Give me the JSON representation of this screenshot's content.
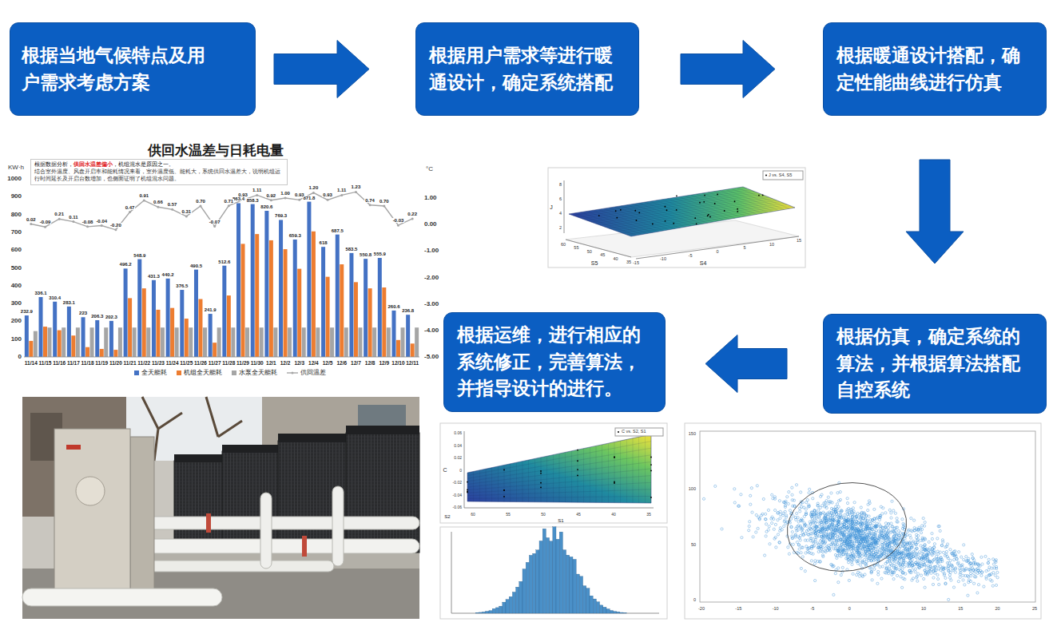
{
  "diagram": {
    "nodes": [
      {
        "text": [
          "根据当地气候特点及用户需求考虑方案"
        ]
      },
      {
        "text": [
          "根据用户需求等进行暖通设计，确定系统搭配"
        ]
      },
      {
        "text": [
          "根据暖通设计搭配，确定性能曲线进行仿真"
        ]
      },
      {
        "text": [
          "根据仿真，确定系统的算法，并根据算法搭配自控系统"
        ]
      },
      {
        "text": [
          "根据运维，进行相应的系统修正，完善算法，并指导设计的进行。"
        ]
      }
    ],
    "edges": [
      {
        "from": 0,
        "to": 1,
        "arrow": "to"
      },
      {
        "from": 1,
        "to": 2,
        "arrow": "to"
      },
      {
        "from": 2,
        "to": 3,
        "arrow": "to"
      },
      {
        "from": 3,
        "to": 4,
        "arrow": "to"
      }
    ],
    "labels": [
      "供回水温差与日耗电量",
      "KW·h",
      "°C",
      "根据数据分析，",
      "供回水温差偏小",
      "，机组混水是原因之一。",
      "结合室外温度、风盘开启率和能耗情况来看，室外温度低、能耗大，系统供回水温差大，说明机组运行时间延长及开启台数增加，也侧面证明了机组混水问题。",
      "1000",
      "900",
      "800",
      "700",
      "600",
      "500",
      "400",
      "300",
      "200",
      "100",
      "0",
      "1.00",
      "0.00",
      "-1.00",
      "-2.00",
      "-3.00",
      "-4.00",
      "-5.00",
      "11/14",
      "11/15",
      "11/16",
      "11/17",
      "11/18",
      "11/19",
      "11/20",
      "11/21",
      "11/22",
      "11/23",
      "11/24",
      "11/25",
      "11/26",
      "11/27",
      "11/28",
      "11/29",
      "11/30",
      "12/1",
      "12/2",
      "12/3",
      "12/4",
      "12/5",
      "12/6",
      "12/7",
      "12/8",
      "12/9",
      "12/10",
      "12/11",
      "232.9",
      "336.1",
      "310.4",
      "283.1",
      "223",
      "206.3",
      "202.3",
      "496.2",
      "548.9",
      "431.3",
      "440.2",
      "376.5",
      "490.5",
      "241.9",
      "512.6",
      "863.4",
      "858.3",
      "820.6",
      "769.3",
      "659.3",
      "871.8",
      "618",
      "687.5",
      "583.5",
      "550.8",
      "555.9",
      "260.6",
      "236.8",
      "0.02",
      "-0.09",
      "0.21",
      "0.11",
      "-0.08",
      "-0.04",
      "-0.20",
      "0.47",
      "0.91",
      "0.66",
      "0.57",
      "0.31",
      "0.70",
      "-0.07",
      "0.71",
      "0.93",
      "1.11",
      "0.92",
      "1.00",
      "0.93",
      "1.20",
      "0.93",
      "1.11",
      "1.23",
      "0.74",
      "0.70",
      "-0.03",
      "0.22",
      "J vs. S4, S5",
      "8",
      "6",
      "4",
      "2",
      "J",
      "60",
      "55",
      "50",
      "45",
      "40",
      "35",
      "S5",
      "-15",
      "-10",
      "-5",
      "0",
      "5",
      "10",
      "15",
      "S4",
      "C vs. S2, S1",
      "0.06",
      "0.04",
      "0.02",
      "0",
      "-0.02",
      "-0.04",
      "-0.06",
      "C",
      "S2",
      "60",
      "55",
      "50",
      "45",
      "40",
      "35",
      "S1",
      "150",
      "100",
      "50",
      "0",
      "-20",
      "-15",
      "-10",
      "-5",
      "0",
      "5",
      "10",
      "15",
      "20",
      "25"
    ],
    "legend": [
      {
        "text": "全天能耗",
        "color": "#4472C4"
      },
      {
        "text": "机组全天能耗",
        "color": "#ED7D31"
      },
      {
        "text": "水泵全天能耗",
        "color": "#A5A5A5"
      },
      {
        "text": "供回温差"
      }
    ]
  }
}
